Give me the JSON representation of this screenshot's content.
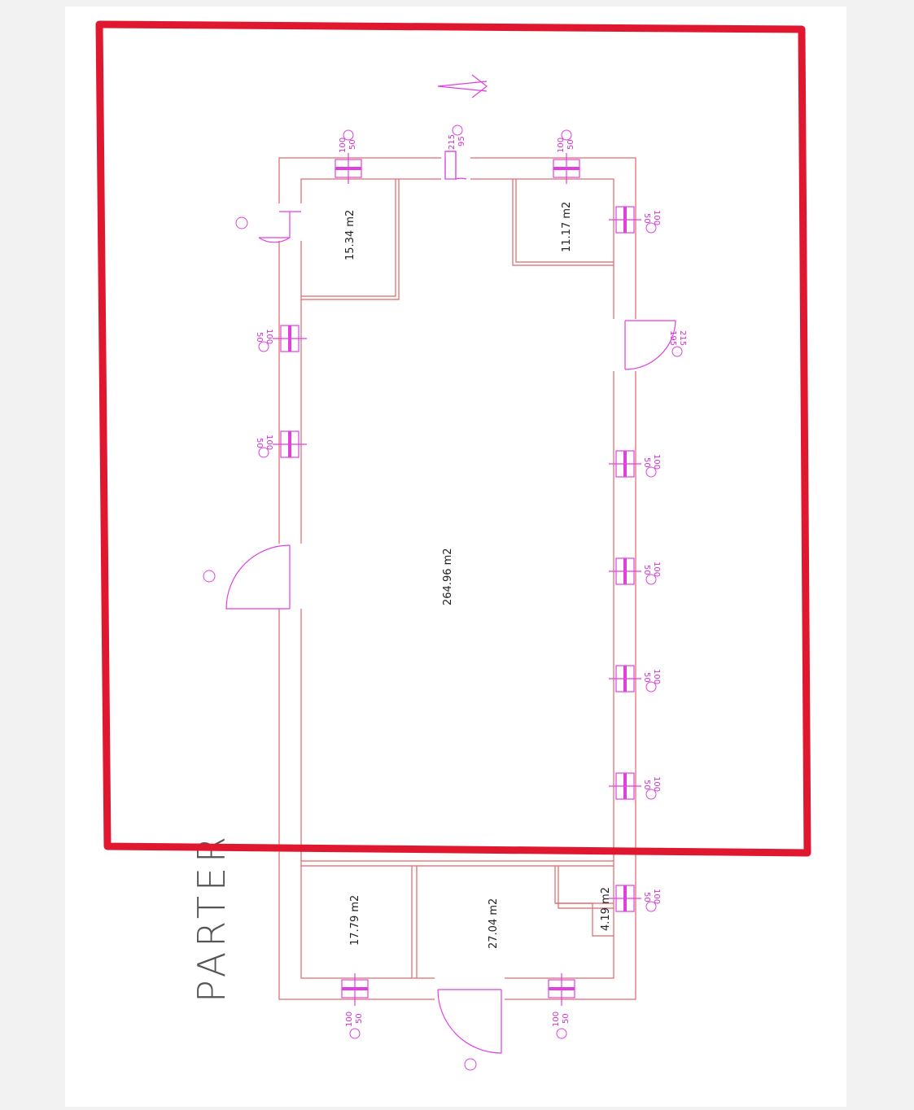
{
  "plan": {
    "title": "PARTER",
    "rooms": {
      "main": "264.96  m2",
      "room_nw": "15.34  m2",
      "room_ne": "11.17  m2",
      "room_sw": "17.79  m2",
      "room_sc": "27.04  m2",
      "room_se": "4.19  m2"
    },
    "window_dims": {
      "w1": "100",
      "h1": "50"
    },
    "door_dims": {
      "top_w": "215",
      "top_h": "95",
      "right_w": "215",
      "right_h": "195"
    }
  },
  "colors": {
    "wall": "#e06666",
    "fixture": "#e040e0",
    "highlight": "#e0182f"
  }
}
